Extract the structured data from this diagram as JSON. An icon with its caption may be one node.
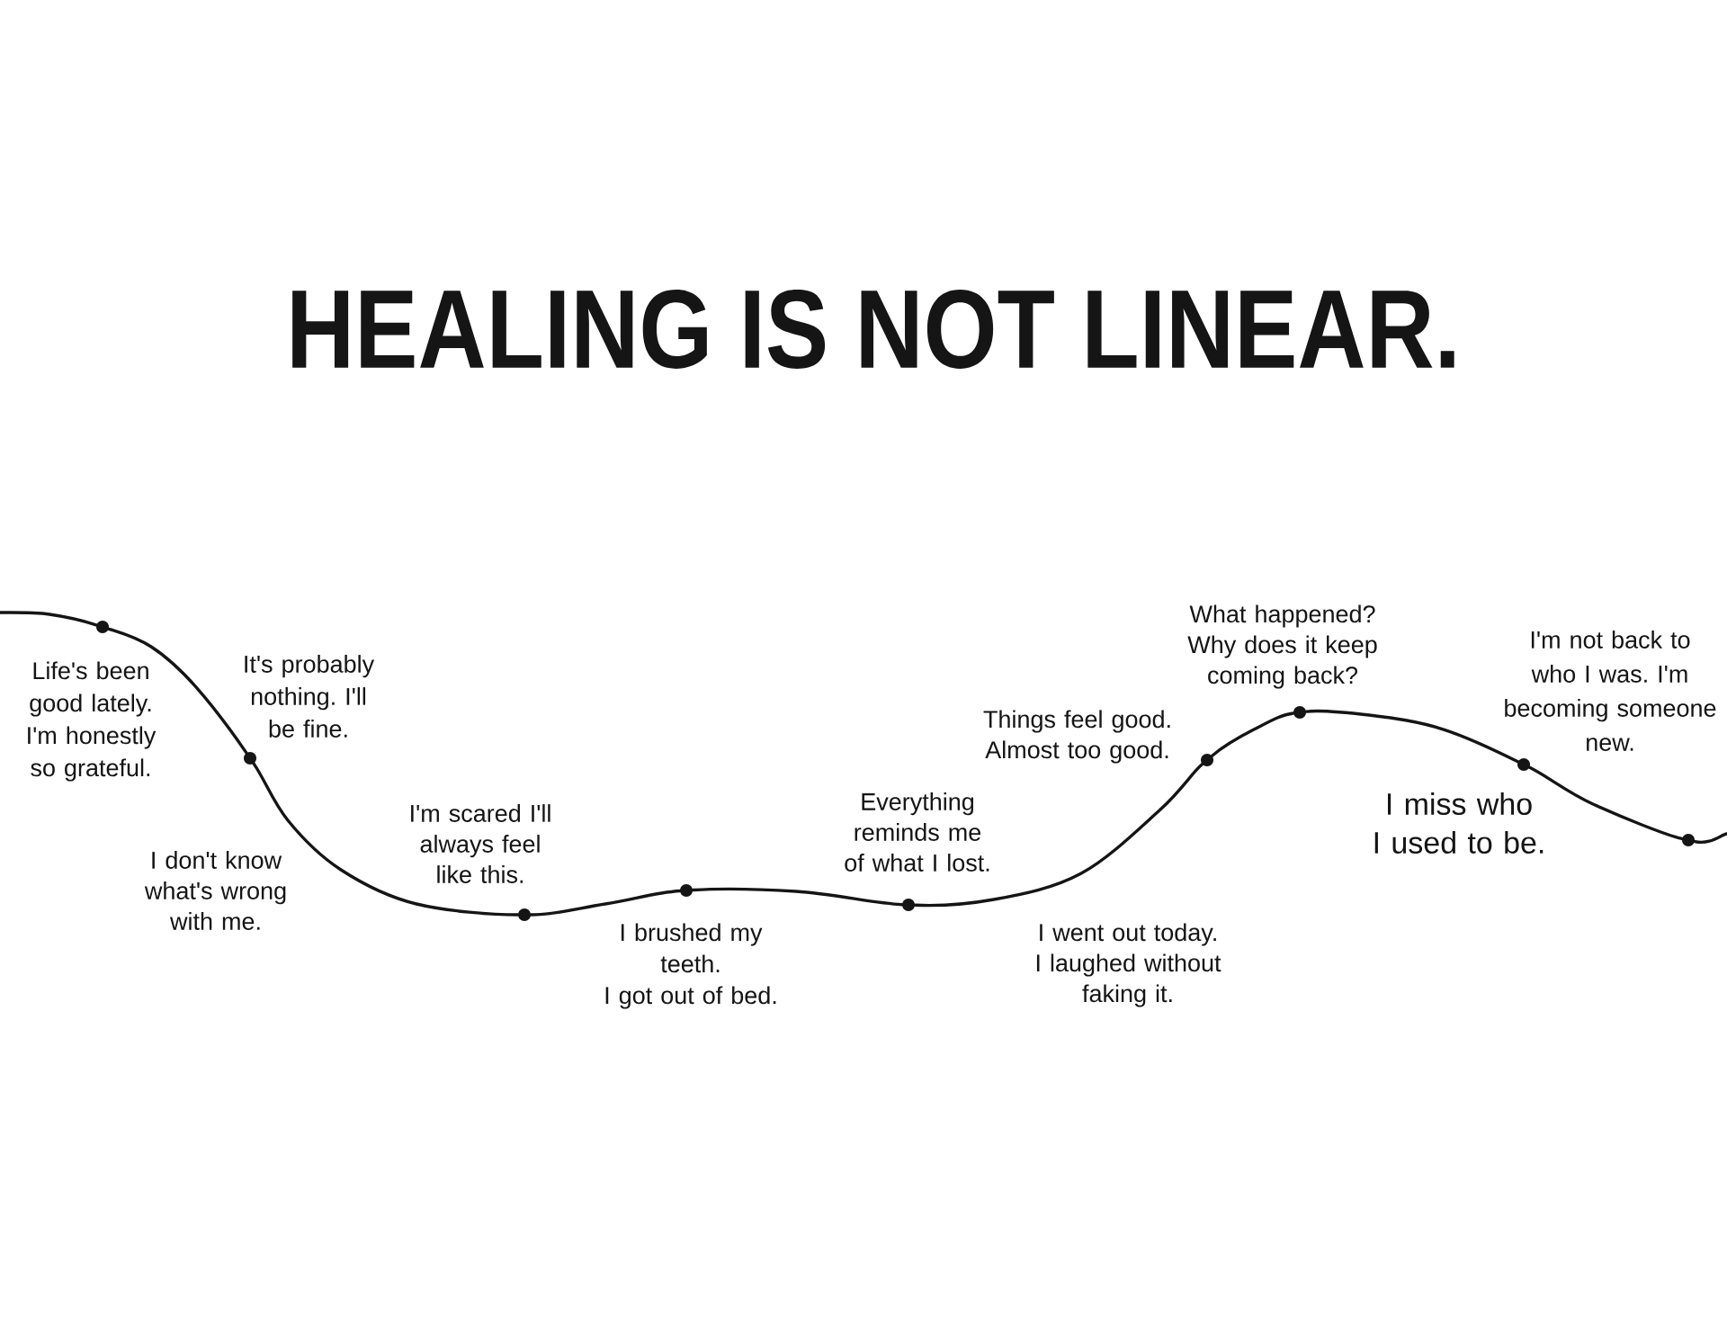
{
  "diagram": {
    "title": "HEALING IS NOT LINEAR.",
    "nodes": [
      {
        "text": [],
        "shape": "circle",
        "beside": [
          "Life's been good lately. I'm honestly so grateful."
        ]
      },
      {
        "text": [],
        "shape": "circle",
        "beside": [
          "It's probably nothing. I'll be fine."
        ]
      },
      {
        "text": [],
        "shape": "circle",
        "beside": [
          "I'm scared I'll always feel like this."
        ]
      },
      {
        "text": [],
        "shape": "circle",
        "beside": [
          "I brushed my teeth. I got out of bed."
        ]
      },
      {
        "text": [],
        "shape": "circle",
        "beside": [
          "Everything reminds me of what I lost."
        ]
      },
      {
        "text": [],
        "shape": "circle",
        "beside": [
          "Things feel good. Almost too good."
        ]
      },
      {
        "text": [],
        "shape": "circle",
        "beside": [
          "What happened? Why does it keep coming back?"
        ]
      },
      {
        "text": [],
        "shape": "circle",
        "beside": [
          "I miss who I used to be."
        ]
      },
      {
        "text": [],
        "shape": "circle"
      }
    ],
    "edges": [
      {
        "from": null,
        "to": 0,
        "arrow": "none"
      },
      {
        "from": 0,
        "to": 1,
        "arrow": "none"
      },
      {
        "from": 1,
        "to": 2,
        "arrow": "none"
      },
      {
        "from": 2,
        "to": 3,
        "arrow": "none"
      },
      {
        "from": 3,
        "to": 4,
        "arrow": "none"
      },
      {
        "from": 4,
        "to": 5,
        "arrow": "none"
      },
      {
        "from": 5,
        "to": 6,
        "arrow": "none"
      },
      {
        "from": 6,
        "to": 7,
        "arrow": "none"
      },
      {
        "from": 7,
        "to": 8,
        "arrow": "none"
      },
      {
        "from": 8,
        "to": null,
        "arrow": "none"
      }
    ],
    "labels": [
      "I don't know what's wrong with me.",
      "I went out today. I laughed without faking it.",
      "I'm not back to who I was. I'm becoming someone new."
    ]
  }
}
